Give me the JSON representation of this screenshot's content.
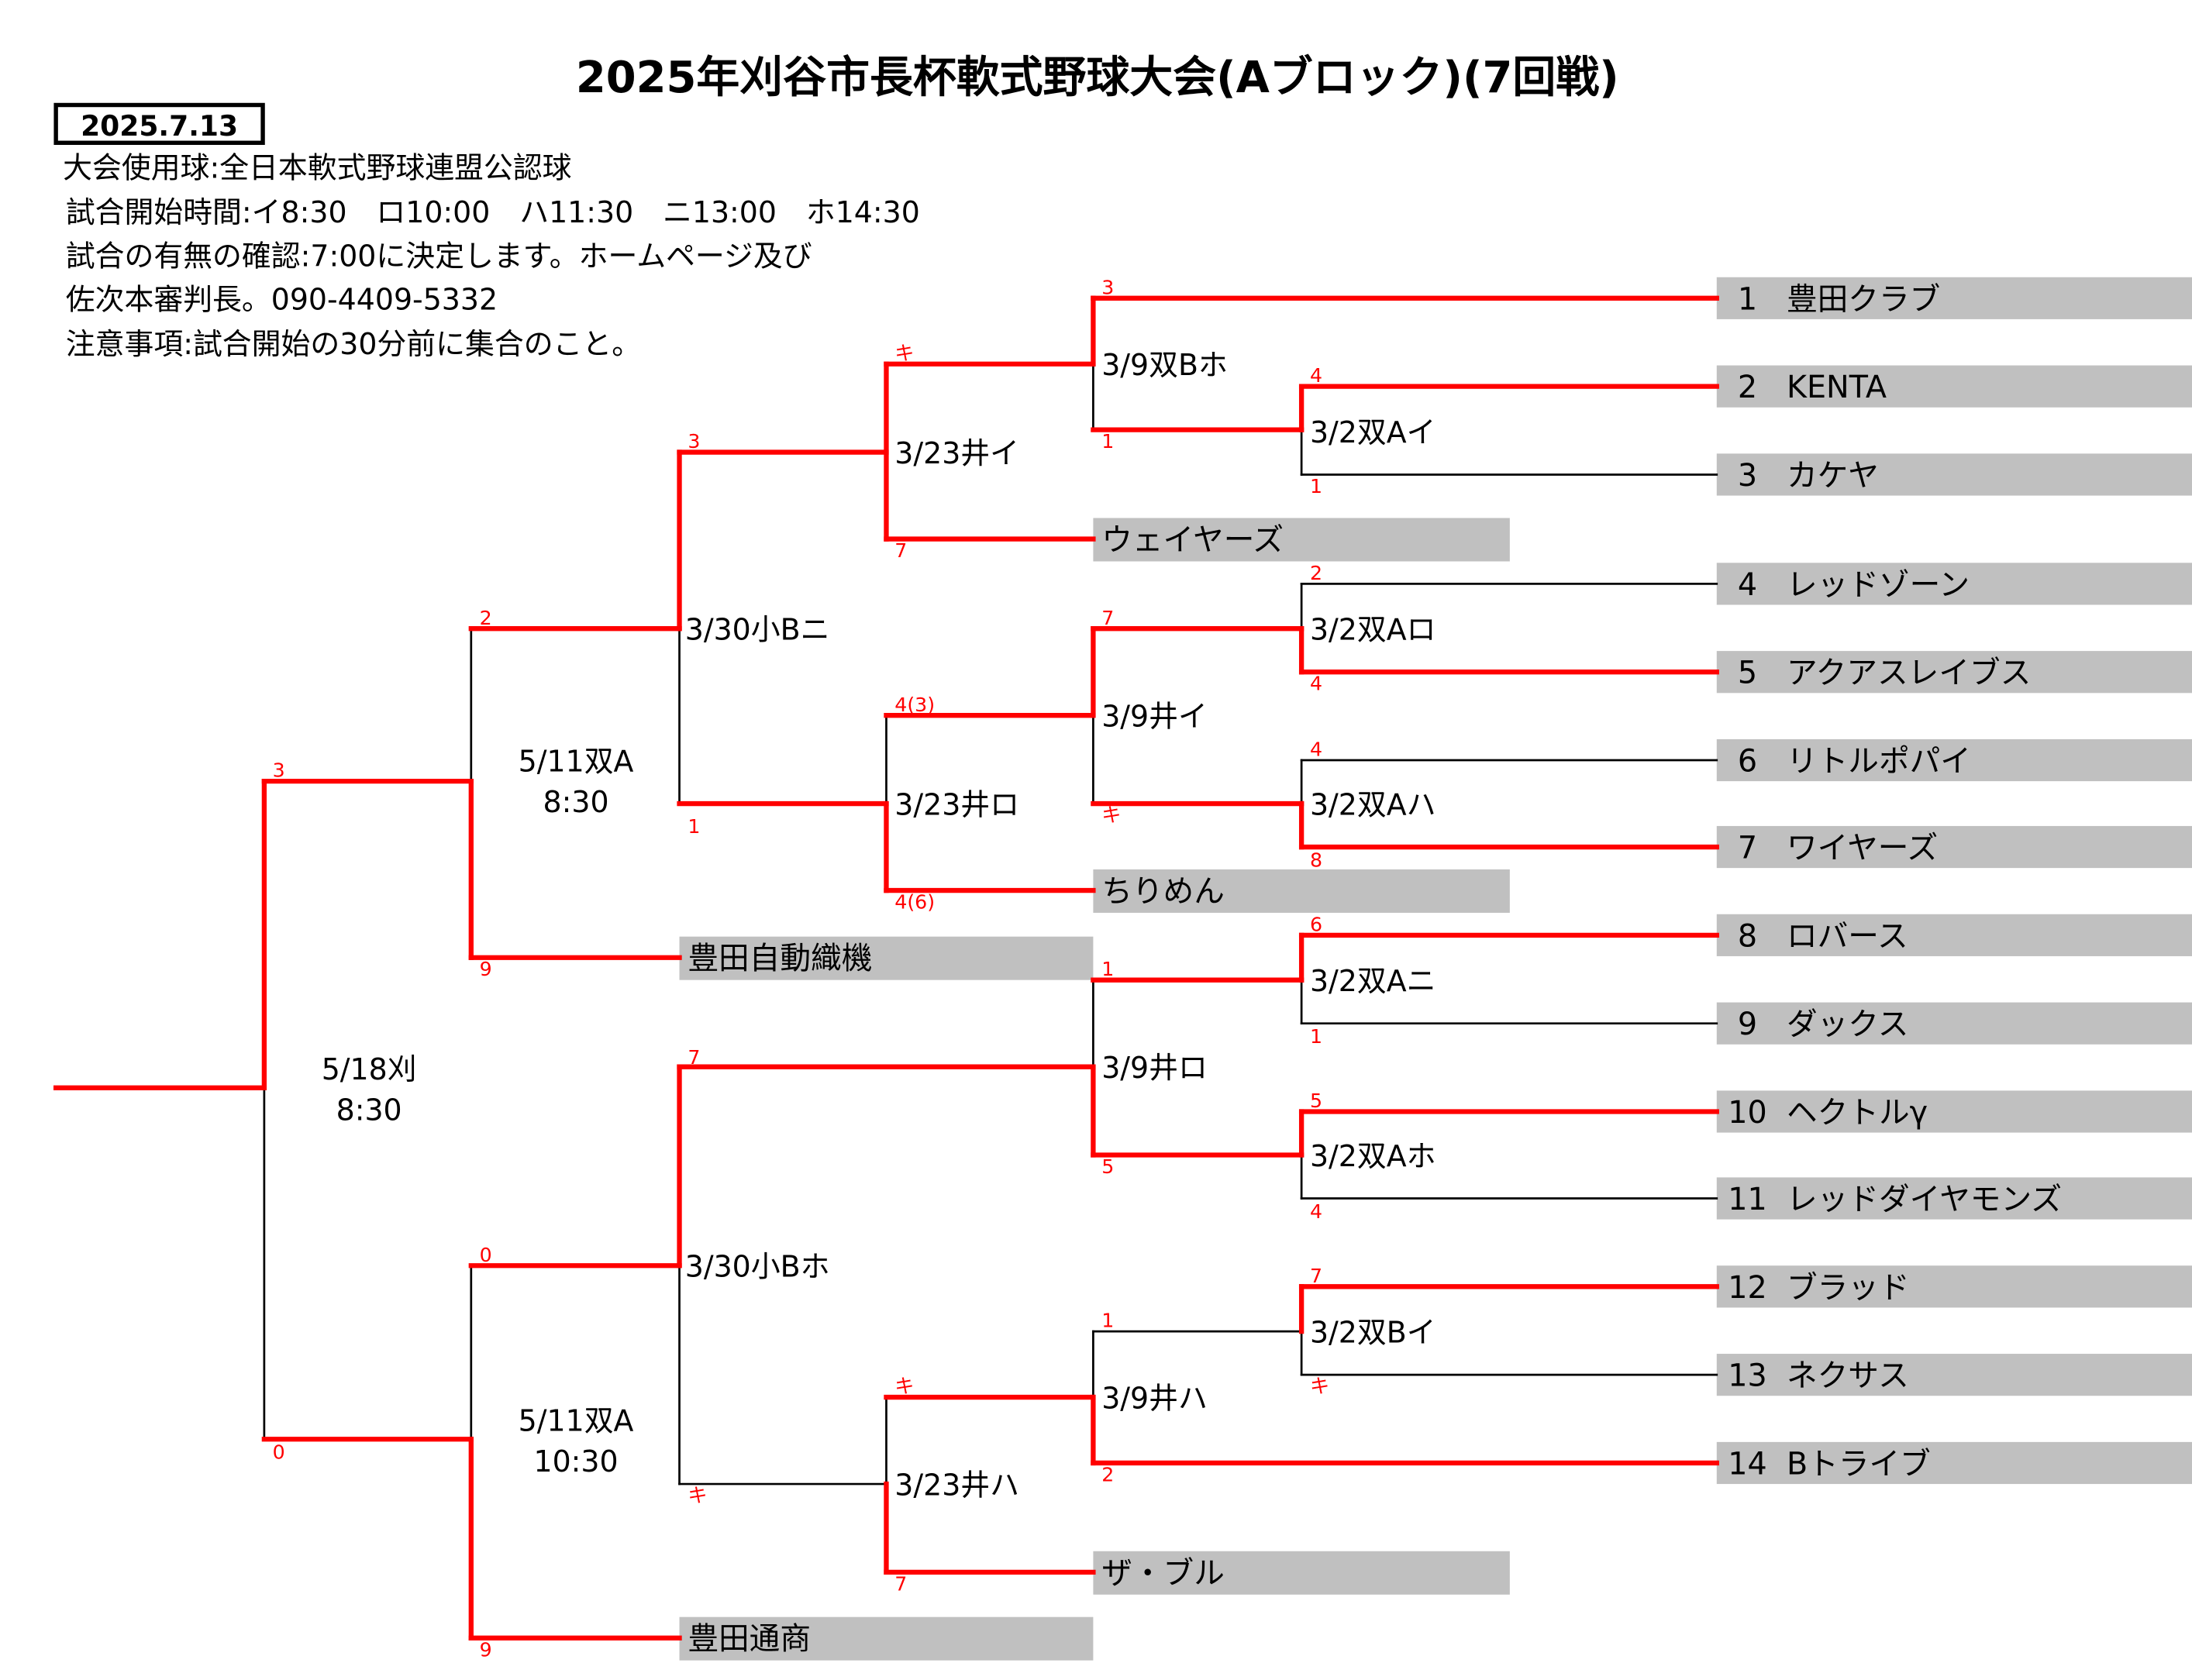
{
  "title": "2025年刈谷市長杯軟式野球大会(Aブロック)(7回戦)",
  "date": "2025.7.13",
  "notes": [
    "大会使用球:全日本軟式野球連盟公認球",
    "試合開始時間:イ8:30　ロ10:00　ハ11:30　ニ13:00　ホ14:30",
    "試合の有無の確認:7:00に決定します。ホームページ及び",
    "佐次本審判長。090-4409-5332",
    "注意事項:試合開始の30分前に集合のこと。"
  ],
  "teams": [
    {
      "seed": "1",
      "name": "豊田クラブ"
    },
    {
      "seed": "2",
      "name": "KENTA"
    },
    {
      "seed": "3",
      "name": "カケヤ"
    },
    {
      "seed": "4",
      "name": "レッドゾーン"
    },
    {
      "seed": "5",
      "name": "アクアスレイブス"
    },
    {
      "seed": "6",
      "name": "リトルポパイ"
    },
    {
      "seed": "7",
      "name": "ワイヤーズ"
    },
    {
      "seed": "8",
      "name": "ロバース"
    },
    {
      "seed": "9",
      "name": "ダックス"
    },
    {
      "seed": "10",
      "name": "ヘクトルγ"
    },
    {
      "seed": "11",
      "name": "レッドダイヤモンズ"
    },
    {
      "seed": "12",
      "name": "ブラッド"
    },
    {
      "seed": "13",
      "name": "ネクサス"
    },
    {
      "seed": "14",
      "name": "Bトライブ"
    }
  ],
  "seeded_teams": [
    "ウェイヤーズ",
    "ちりめん",
    "豊田自動織機",
    "ザ・ブル",
    "豊田通商"
  ],
  "matches": {
    "r1_a_i": {
      "label": "3/2双Aイ",
      "top": "4",
      "bottom": "1"
    },
    "r1_a_ro": {
      "label": "3/2双Aロ",
      "top": "2",
      "bottom": "4"
    },
    "r1_a_ha": {
      "label": "3/2双Aハ",
      "top": "4",
      "bottom": "8"
    },
    "r1_a_ni": {
      "label": "3/2双Aニ",
      "top": "6",
      "bottom": "1"
    },
    "r1_a_ho": {
      "label": "3/2双Aホ",
      "top": "5",
      "bottom": "4"
    },
    "r1_b_i": {
      "label": "3/2双Bイ",
      "top": "7",
      "bottom": "キ"
    },
    "r2_b_ho": {
      "label": "3/9双Bホ",
      "top": "3",
      "bottom": "1"
    },
    "r2_i_i": {
      "label": "3/9井イ",
      "top": "7",
      "bottom": "キ"
    },
    "r2_i_ro": {
      "label": "3/9井ロ",
      "top": "1",
      "bottom": "5"
    },
    "r2_i_ha": {
      "label": "3/9井ハ",
      "top": "1",
      "bottom": "2"
    },
    "r3_i_i": {
      "label": "3/23井イ",
      "top": "キ",
      "bottom": "7"
    },
    "r3_i_ro": {
      "label": "3/23井ロ",
      "top": "4(3)",
      "bottom": "4(6)"
    },
    "r3_i_ha": {
      "label": "3/23井ハ",
      "top": "キ",
      "bottom": "7"
    },
    "r4_b_ni": {
      "label": "3/30小Bニ",
      "top": "3",
      "bottom": "1"
    },
    "r4_b_ho": {
      "label": "3/30小Bホ",
      "top": "7",
      "bottom": "キ"
    },
    "qf_1": {
      "label": "5/11双A",
      "time": "8:30",
      "top": "2",
      "bottom": "9"
    },
    "qf_2": {
      "label": "5/11双A",
      "time": "10:30",
      "top": "0",
      "bottom": "9"
    },
    "final": {
      "label": "5/18刈",
      "time": "8:30",
      "top": "3",
      "bottom": "0"
    }
  },
  "colors": {
    "win_line": "#ff0000",
    "line": "#000000",
    "team_bg": "#c0c0c0",
    "score": "#ff0000"
  }
}
